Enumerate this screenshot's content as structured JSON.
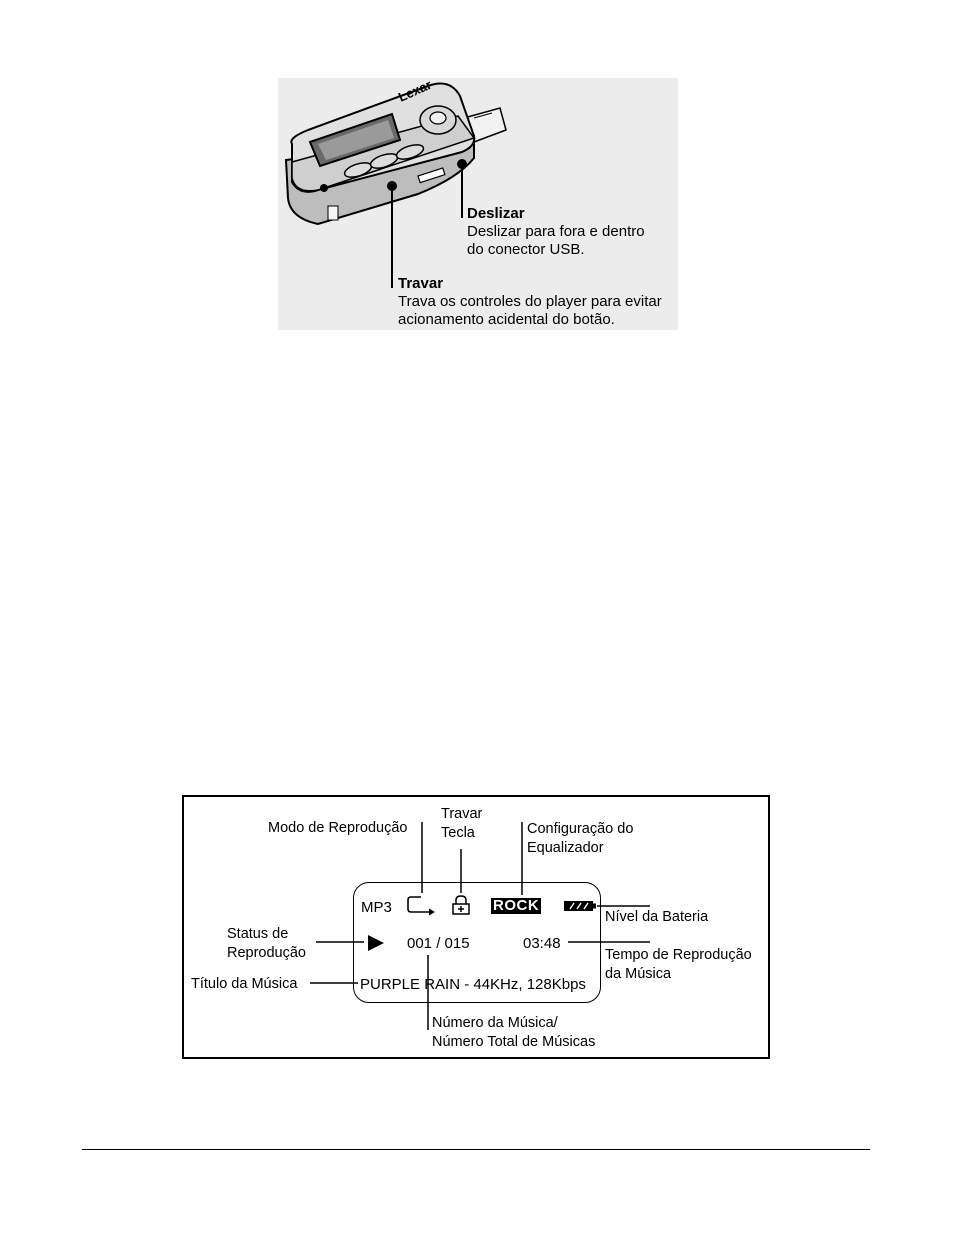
{
  "device": {
    "brand": "Lexar",
    "callouts": {
      "slide": {
        "title": "Deslizar",
        "lines": [
          "Deslizar para fora e dentro",
          "do conector USB."
        ]
      },
      "lock": {
        "title": "Travar",
        "lines": [
          "Trava os controles do player para evitar",
          "acionamento acidental do botão."
        ]
      }
    }
  },
  "lcd_diagram": {
    "labels": {
      "play_mode": "Modo de Reprodução",
      "key_lock": [
        "Travar",
        "Tecla"
      ],
      "equalizer": [
        "Configuração do",
        "Equalizador"
      ],
      "battery": "Nível da Bateria",
      "play_status": [
        "Status de",
        "Reprodução"
      ],
      "play_time": [
        "Tempo de Reprodução",
        "da Música"
      ],
      "song_title": "Título da Música",
      "track_number": [
        "Número da Música/",
        "Número Total de Músicas"
      ]
    },
    "screen": {
      "format": "MP3",
      "eq_preset": "ROCK",
      "track": "001 / 015",
      "time": "03:48",
      "song": "PURPLE RAIN - 44KHz, 128Kbps"
    },
    "icons": [
      "repeat-icon",
      "lock-icon",
      "battery-icon",
      "play-icon"
    ]
  }
}
